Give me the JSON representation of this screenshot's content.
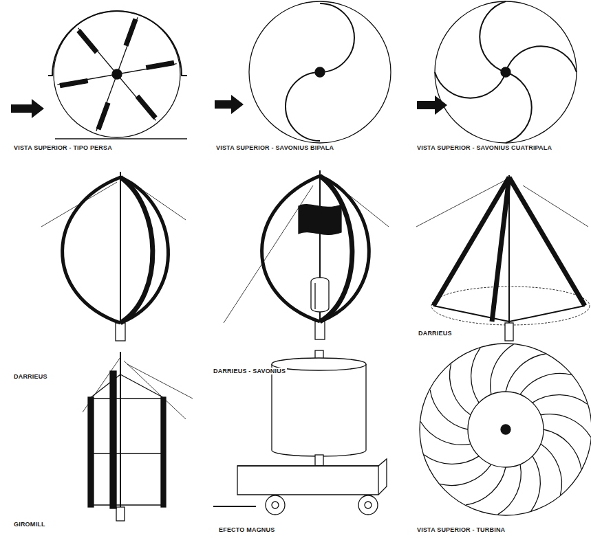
{
  "diagram": {
    "labels": [
      "VISTA SUPERIOR - TIPO PERSA",
      "VISTA SUPERIOR - SAVONIUS BIPALA",
      "VISTA SUPERIOR - SAVONIUS CUATRIPALA",
      "DARRIEUS",
      "DARRIEUS - SAVONIUS",
      "DARRIEUS",
      "GIROMILL",
      "EFECTO MAGNUS",
      "VISTA SUPERIOR - TURBINA"
    ]
  }
}
